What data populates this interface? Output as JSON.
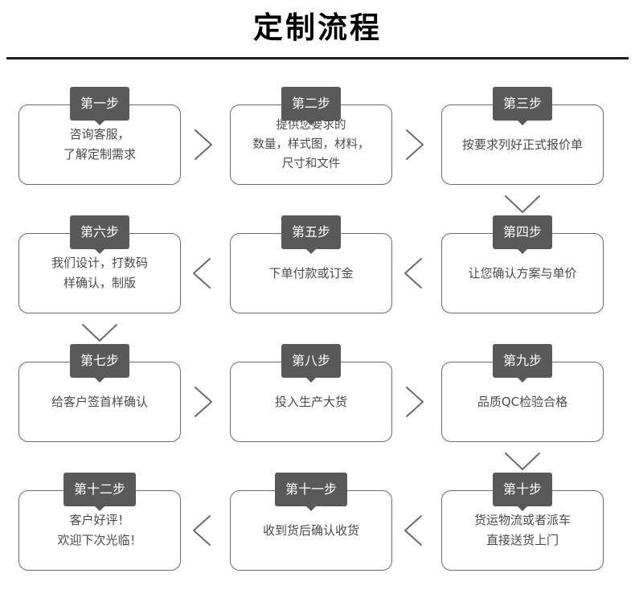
{
  "header": {
    "title": "定制流程"
  },
  "flow": {
    "rows": [
      {
        "cells": [
          {
            "badge": "第一步",
            "lines": [
              "咨询客服，",
              "了解定制需求"
            ]
          },
          {
            "badge": "第二步",
            "lines": [
              "提供您要求的",
              "数量，样式图，材料，",
              "尺寸和文件"
            ]
          },
          {
            "badge": "第三步",
            "lines": [
              "按要求列好正式报价单"
            ]
          }
        ],
        "h_connectors": [
          "chevron-right-icon",
          "chevron-right-icon"
        ],
        "v_connector": {
          "column": 2,
          "icon": "chevron-down-icon"
        }
      },
      {
        "cells": [
          {
            "badge": "第六步",
            "lines": [
              "我们设计，打数码",
              "样确认，制版"
            ]
          },
          {
            "badge": "第五步",
            "lines": [
              "下单付款或订金"
            ]
          },
          {
            "badge": "第四步",
            "lines": [
              "让您确认方案与单价"
            ]
          }
        ],
        "h_connectors": [
          "chevron-left-icon",
          "chevron-left-icon"
        ],
        "v_connector": {
          "column": 0,
          "icon": "chevron-down-icon"
        }
      },
      {
        "cells": [
          {
            "badge": "第七步",
            "lines": [
              "给客户签首样确认"
            ]
          },
          {
            "badge": "第八步",
            "lines": [
              "投入生产大货"
            ]
          },
          {
            "badge": "第九步",
            "lines": [
              "品质QC检验合格"
            ]
          }
        ],
        "h_connectors": [
          "chevron-right-icon",
          "chevron-right-icon"
        ],
        "v_connector": {
          "column": 2,
          "icon": "chevron-down-icon"
        }
      },
      {
        "cells": [
          {
            "badge": "第十二步",
            "lines": [
              "客户好评！",
              "欢迎下次光临！"
            ]
          },
          {
            "badge": "第十一步",
            "lines": [
              "收到货后确认收货"
            ]
          },
          {
            "badge": "第十步",
            "lines": [
              "货运物流或者派车",
              "直接送货上门"
            ]
          }
        ],
        "h_connectors": [
          "chevron-left-icon",
          "chevron-left-icon"
        ],
        "v_connector": null
      }
    ]
  },
  "colors": {
    "badge_bg": "#595959",
    "badge_text": "#ffffff",
    "box_border": "#6b6b6b",
    "body_text": "#4a4a4a",
    "rule": "#1a1a1a",
    "connector": "#6b6b6b",
    "background": "#ffffff"
  }
}
